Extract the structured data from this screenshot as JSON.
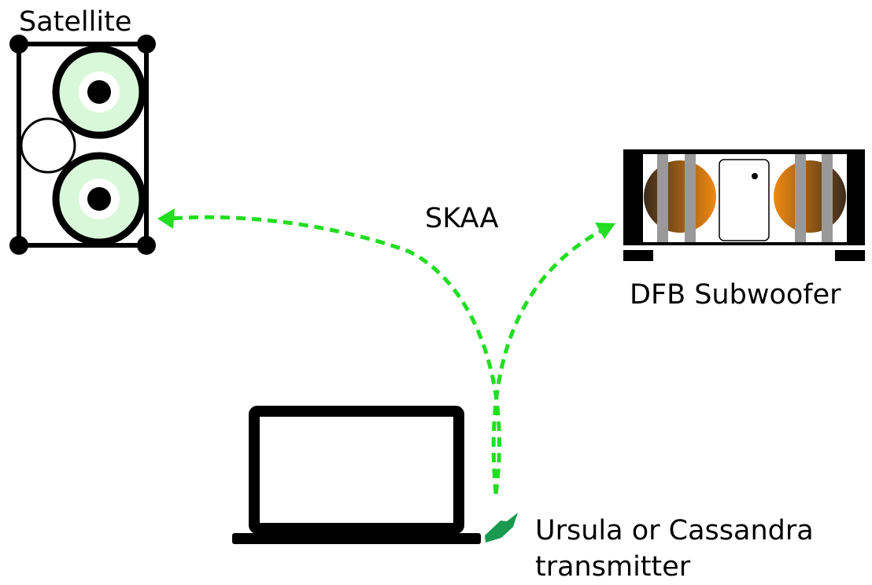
{
  "diagram": {
    "labels": {
      "satellite": "Satellite",
      "link": "SKAA",
      "subwoofer": "DFB Subwoofer",
      "transmitter_line1": "Ursula or Cassandra",
      "transmitter_line2": "transmitter"
    },
    "colors": {
      "wireless_link": "#22dd22",
      "transmitter": "#1a9950",
      "woofer_ring": "#d9f7d9",
      "sub_driver_dark": "#3a2a1c",
      "sub_driver_light": "#f08a10",
      "sub_grille_bars": "#999999",
      "outline": "#000000"
    },
    "icons": {
      "satellite": "satellite-speaker-icon",
      "subwoofer": "subwoofer-icon",
      "laptop": "laptop-icon",
      "transmitter": "usb-transmitter-icon"
    }
  }
}
